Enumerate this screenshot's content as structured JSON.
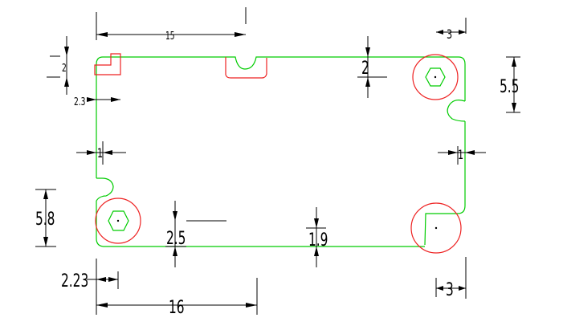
{
  "drawing": {
    "colors": {
      "outline": "#00cc00",
      "holes": "#ee2222",
      "dimension": "#000000"
    },
    "dimensions": {
      "top_width": "15",
      "top_right_offset": "3",
      "top_left_notch": "2",
      "left_offset": "2.3",
      "top_notch_depth": "2",
      "right_height": "5.5",
      "left_wall": "1",
      "right_wall": "1",
      "left_height": "5.8",
      "bottom_inner": "2.5",
      "bottom_wall": "1.9",
      "bottom_left_offset": "2.23",
      "bottom_width": "16",
      "bottom_right_offset": "3"
    }
  }
}
